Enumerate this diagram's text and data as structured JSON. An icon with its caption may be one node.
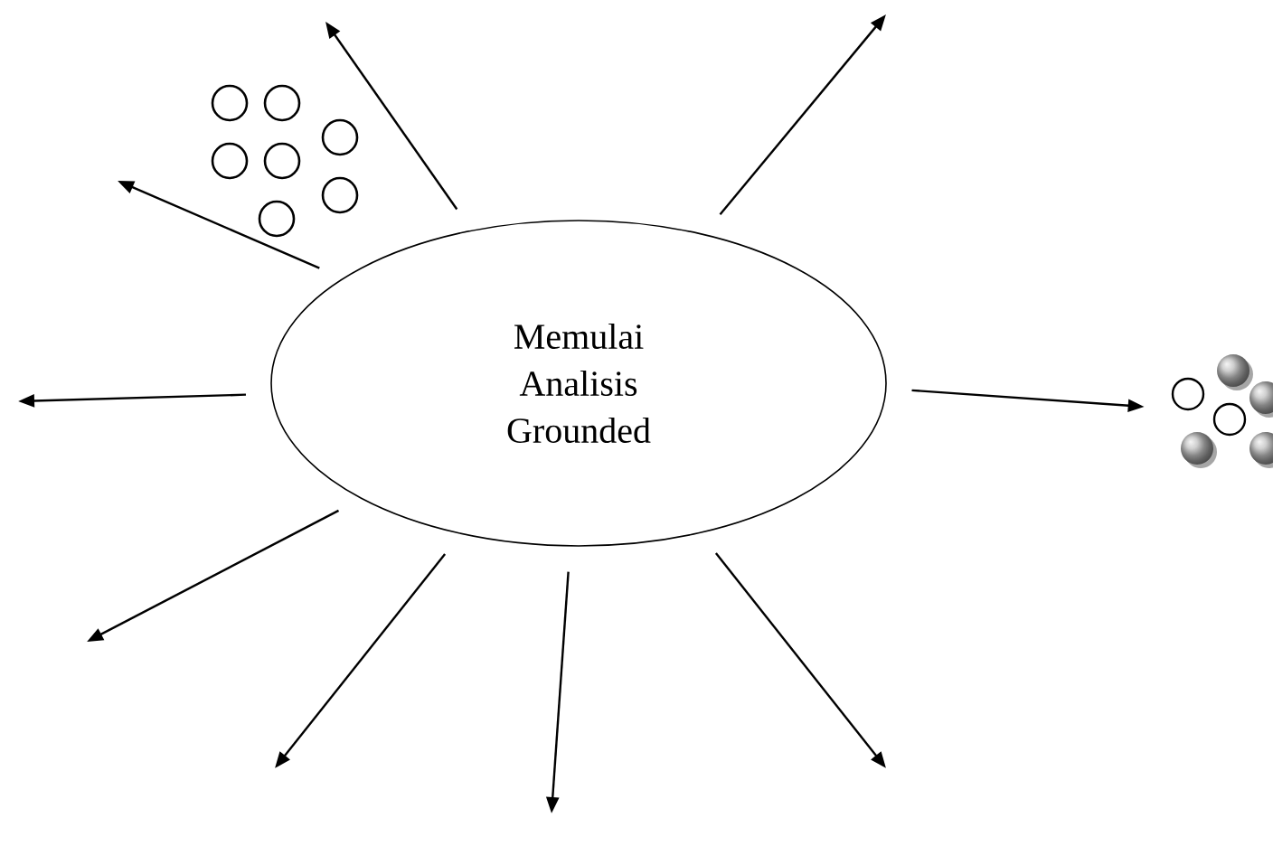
{
  "diagram": {
    "nodes": [
      {
        "text": [
          "Memulai Analisis Grounded"
        ]
      },
      {
        "text": [],
        "shape": "picture"
      }
    ],
    "edges": [
      {
        "from": 0,
        "to": null,
        "arrow": "to"
      },
      {
        "from": 0,
        "to": null,
        "arrow": "to"
      },
      {
        "from": 0,
        "to": 1,
        "arrow": "to"
      },
      {
        "from": 0,
        "to": null,
        "arrow": "to"
      },
      {
        "from": 0,
        "to": null,
        "arrow": "to"
      },
      {
        "from": 0,
        "to": null,
        "arrow": "to"
      },
      {
        "from": 0,
        "to": null,
        "arrow": "to"
      },
      {
        "from": 0,
        "to": null,
        "arrow": "to"
      },
      {
        "from": 0,
        "to": null,
        "arrow": "to"
      }
    ]
  }
}
